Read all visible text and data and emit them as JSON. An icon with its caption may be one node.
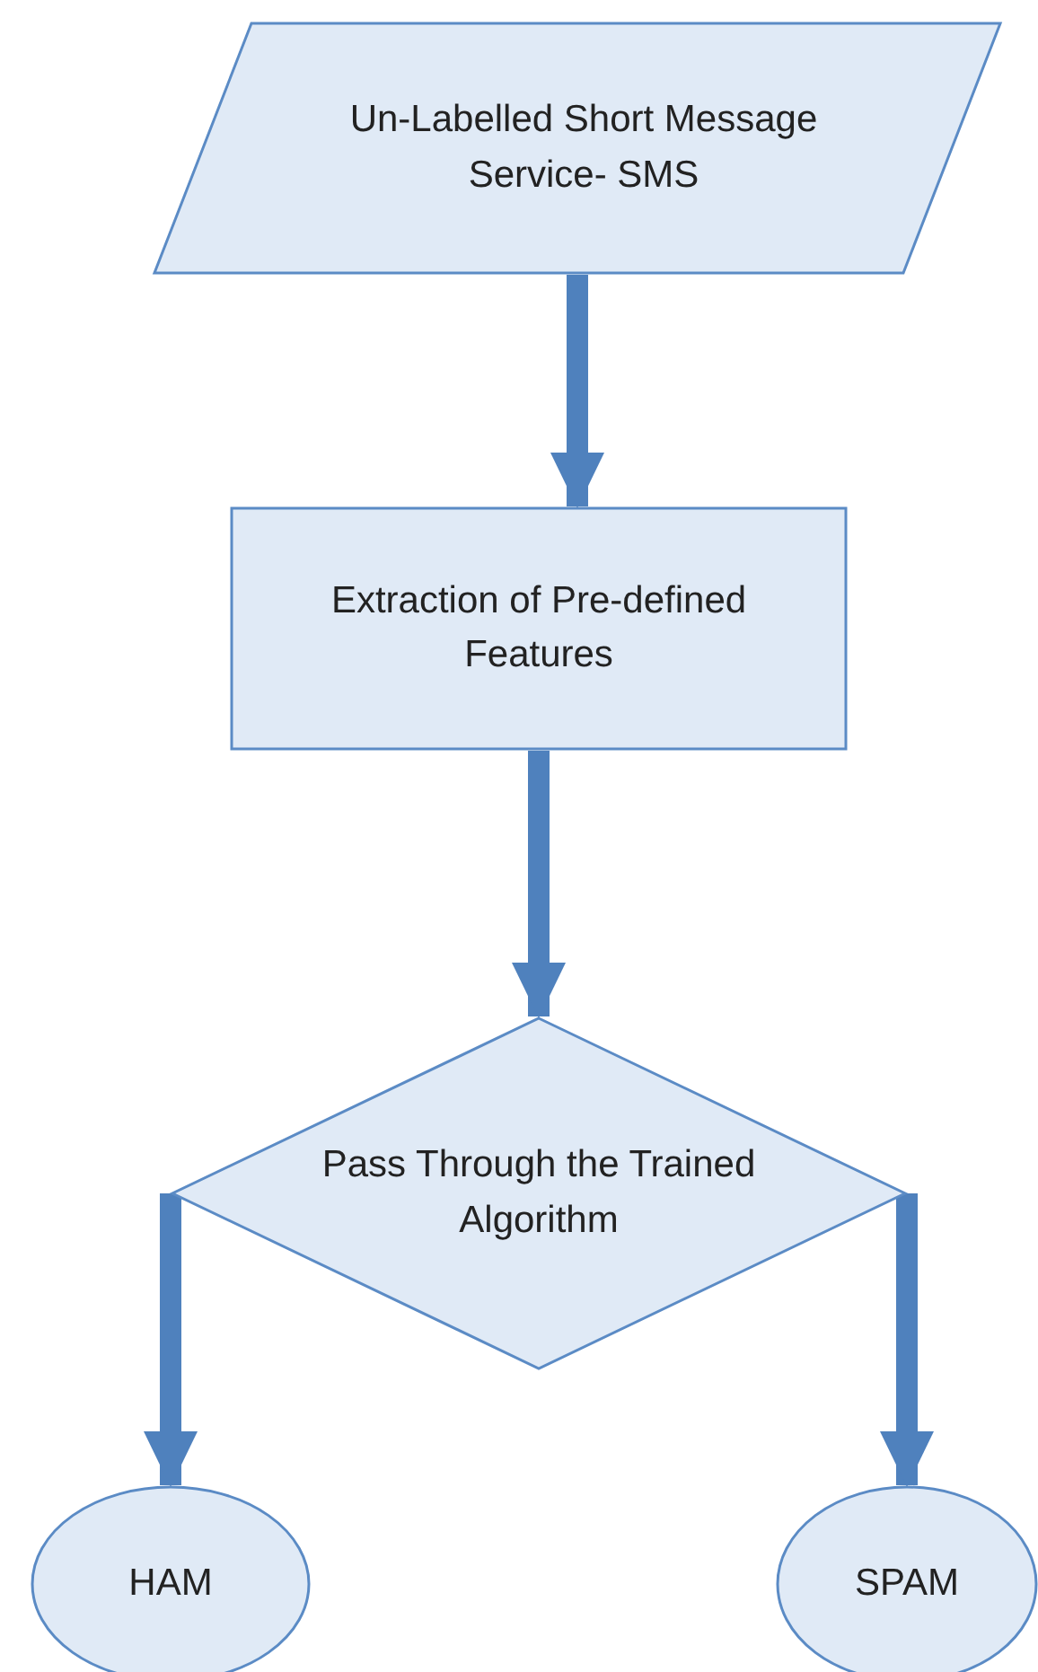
{
  "diagram": {
    "nodes": [
      {
        "text": [
          "Un-Labelled Short Message Service- SMS"
        ]
      },
      {
        "text": [
          "Extraction of Pre-defined Features"
        ]
      },
      {
        "text": [
          "Pass Through the Trained Algorithm"
        ]
      },
      {
        "text": [
          "HAM"
        ]
      },
      {
        "text": [
          "SPAM"
        ]
      }
    ],
    "edges": [
      {
        "from": 0,
        "to": 1,
        "arrow": "to"
      },
      {
        "from": 1,
        "to": 2,
        "arrow": "to"
      },
      {
        "from": 2,
        "to": 3,
        "arrow": "to"
      },
      {
        "from": 2,
        "to": 4,
        "arrow": "to"
      }
    ]
  }
}
